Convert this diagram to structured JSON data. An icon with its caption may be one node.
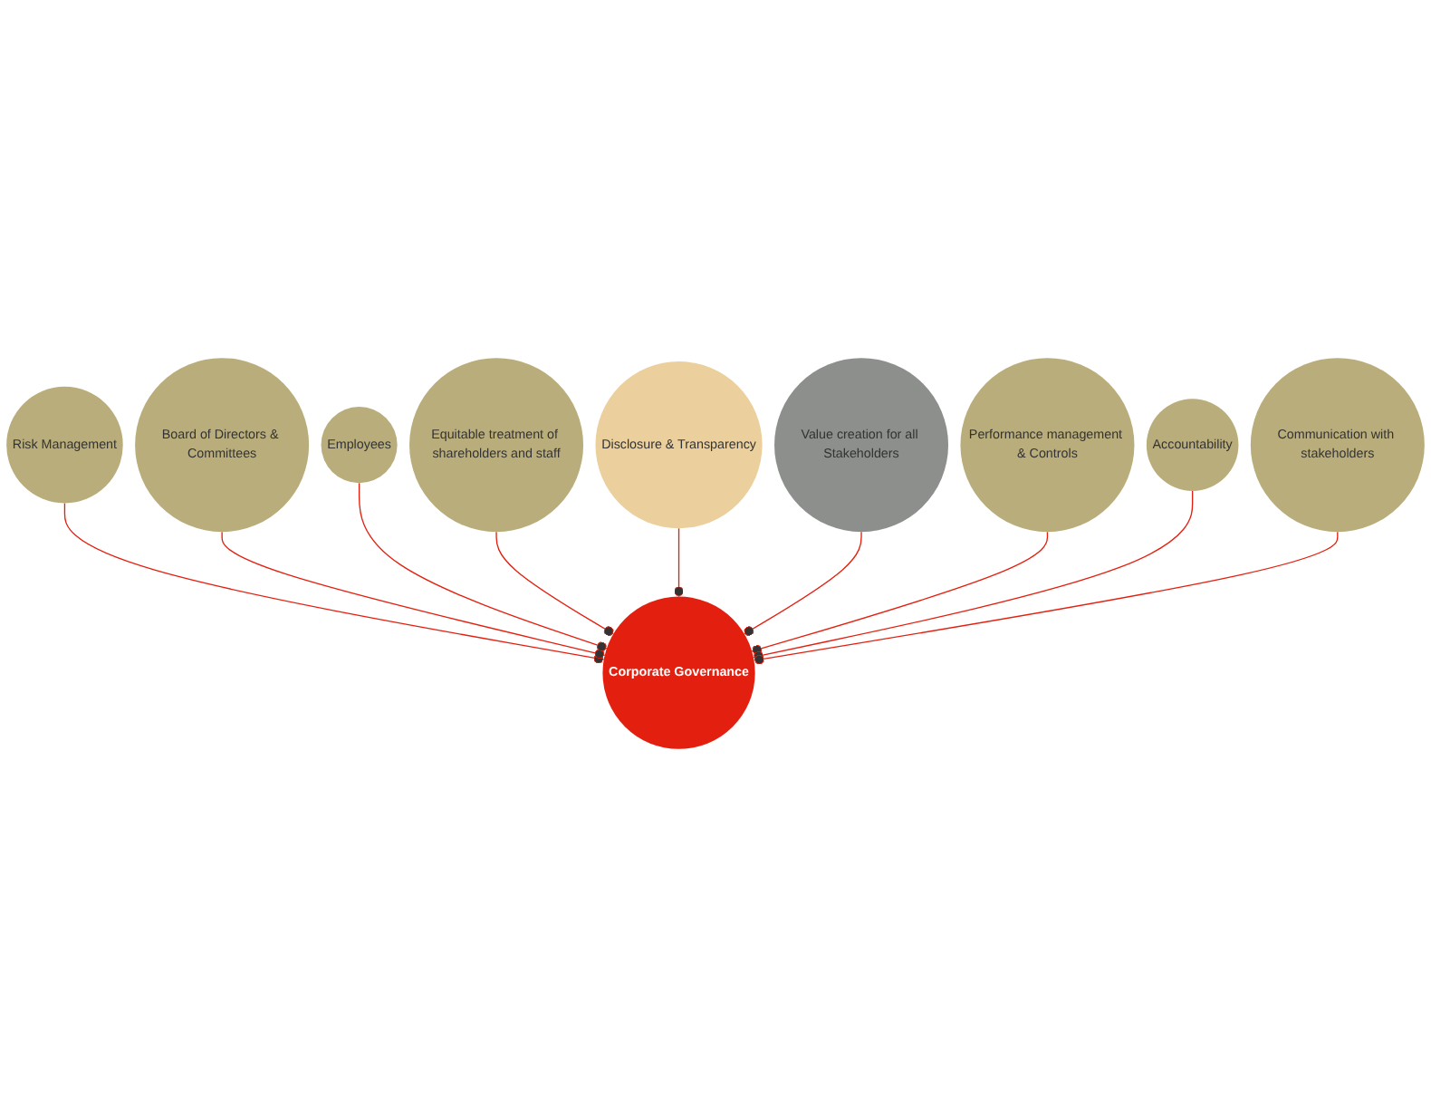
{
  "diagram": {
    "nodes": [
      {
        "text": [
          "Risk Management"
        ]
      },
      {
        "text": [
          "Board of Directors & Committees"
        ]
      },
      {
        "text": [
          "Employees"
        ]
      },
      {
        "text": [
          "Equitable treatment of shareholders and staff"
        ]
      },
      {
        "text": [
          "Disclosure & Transparency"
        ]
      },
      {
        "text": [
          "Corporate Governance"
        ]
      },
      {
        "text": [
          "Value creation for all Stakeholders"
        ]
      },
      {
        "text": [
          "Performance management & Controls"
        ]
      },
      {
        "text": [
          "Accountability"
        ]
      },
      {
        "text": [
          "Communication with stakeholders"
        ]
      }
    ],
    "edges": [
      {
        "from": 0,
        "to": 5,
        "arrow": "other"
      },
      {
        "from": 1,
        "to": 5,
        "arrow": "other"
      },
      {
        "from": 2,
        "to": 5,
        "arrow": "other"
      },
      {
        "from": 3,
        "to": 5,
        "arrow": "other"
      },
      {
        "from": 4,
        "to": 5,
        "arrow": "other"
      },
      {
        "from": 6,
        "to": 5,
        "arrow": "other"
      },
      {
        "from": 7,
        "to": 5,
        "arrow": "other"
      },
      {
        "from": 8,
        "to": 5,
        "arrow": "other"
      },
      {
        "from": 9,
        "to": 5,
        "arrow": "other"
      }
    ]
  }
}
